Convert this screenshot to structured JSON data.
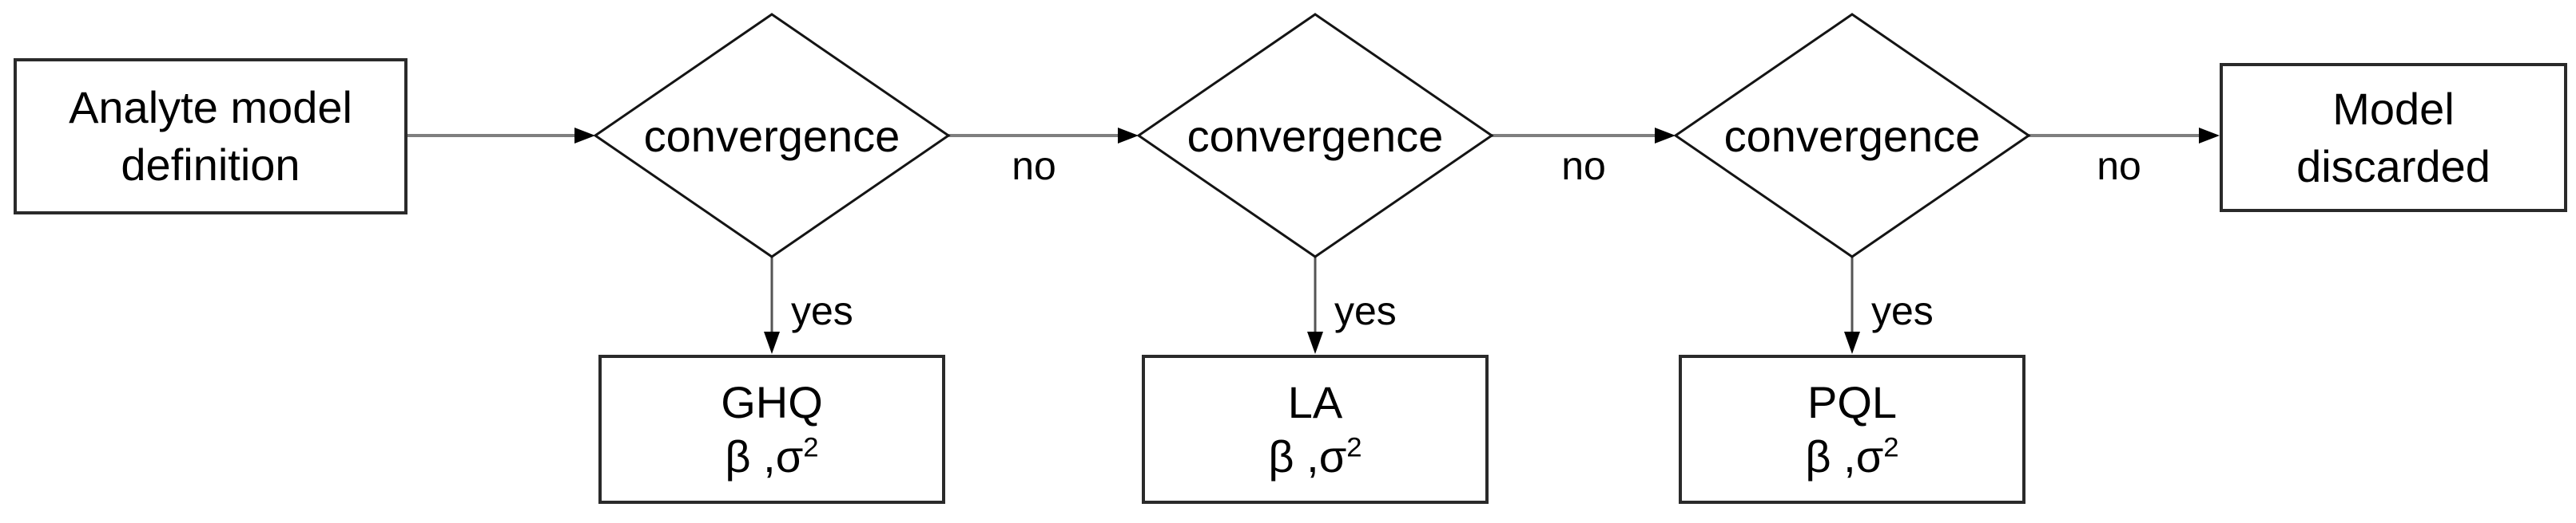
{
  "diagram": {
    "title_semantic": "model estimation convergence flowchart",
    "colors": {
      "background": "#ffffff",
      "box_border": "#2a2a2a",
      "diamond_border": "#141414",
      "horizontal_connector": "#7f7f7f",
      "vertical_connector": "#555555",
      "arrowhead": "#000000",
      "text": "#000000"
    },
    "start": {
      "line1": "Analyte model",
      "line2": "definition"
    },
    "decisions": [
      {
        "label": "convergence"
      },
      {
        "label": "convergence"
      },
      {
        "label": "convergence"
      }
    ],
    "edge_labels": {
      "no": [
        "no",
        "no",
        "no"
      ],
      "yes": [
        "yes",
        "yes",
        "yes"
      ]
    },
    "results": [
      {
        "name": "GHQ",
        "params": "β ,σ",
        "params_sup": "2"
      },
      {
        "name": "LA",
        "params": "β ,σ",
        "params_sup": "2"
      },
      {
        "name": "PQL",
        "params": "β ,σ",
        "params_sup": "2"
      }
    ],
    "end": {
      "line1": "Model",
      "line2": "discarded"
    }
  }
}
